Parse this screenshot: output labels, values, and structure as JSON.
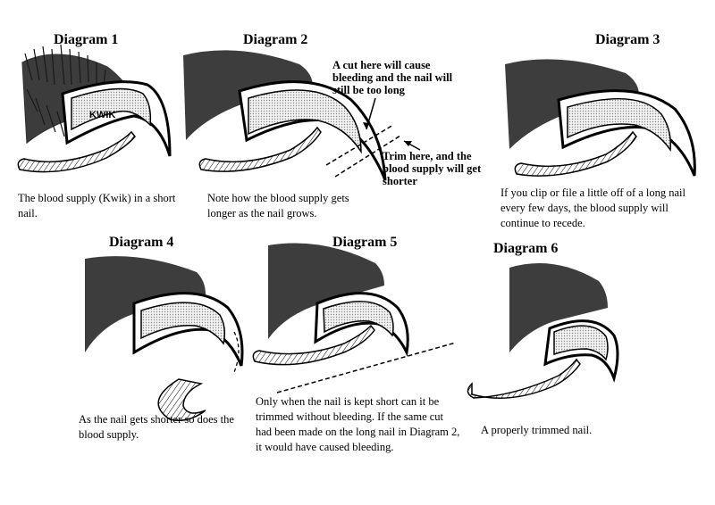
{
  "diagrams": [
    {
      "title": "Diagram 1",
      "caption": "The blood supply (Kwik) in a short nail.",
      "label": "KWIK"
    },
    {
      "title": "Diagram 2",
      "caption": "Note how the blood supply gets longer as the nail grows.",
      "note_cut": "A cut here will cause bleeding and the nail will still be too long",
      "note_trim": "Trim here, and the blood supply will get shorter"
    },
    {
      "title": "Diagram 3",
      "caption": "If you clip or file a little off of a long nail every few days, the blood supply will continue to recede."
    },
    {
      "title": "Diagram 4",
      "caption": "As the nail gets shorter so does the blood supply."
    },
    {
      "title": "Diagram 5",
      "caption": "Only when the nail is kept short can it be trimmed without bleeding. If the same cut had been made on the long nail in Diagram 2, it would have caused bleeding."
    },
    {
      "title": "Diagram 6",
      "caption": "A properly trimmed nail."
    }
  ]
}
